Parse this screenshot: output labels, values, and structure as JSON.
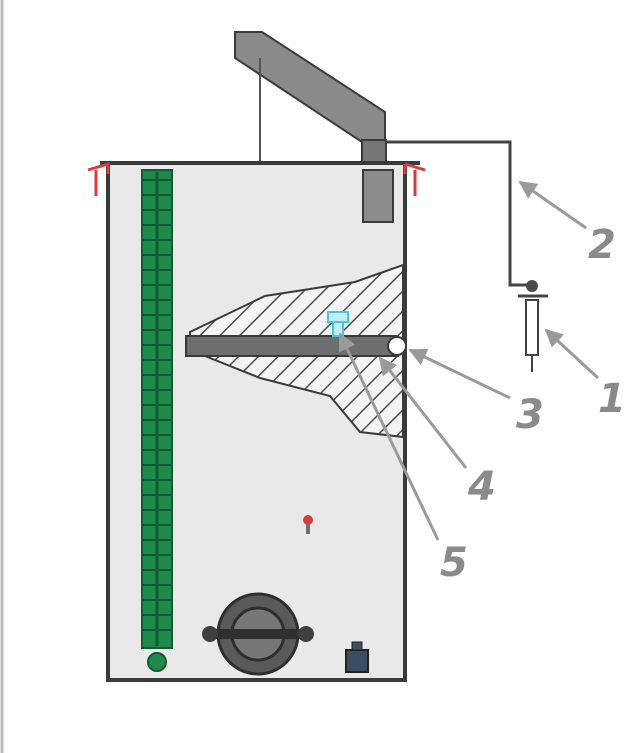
{
  "colors": {
    "background": "#ffffff",
    "tank_fill": "#e9e9e9",
    "tank_outline": "#3a3a3a",
    "flange_red": "#d93a3a",
    "level_gauge_green": "#1f8a4c",
    "level_gauge_dark": "#0f5a30",
    "steel": "#6e6e6e",
    "steel_dark": "#4a4a4a",
    "hatch": "#4d4d4d",
    "pipe": "#444444",
    "nozzle_cyan": "#4fc3d8",
    "arrow_grey": "#9a9a9a",
    "label_grey": "#8a8a8a"
  },
  "callouts": [
    {
      "label": "1",
      "part": "syringe"
    },
    {
      "label": "2",
      "part": "sampling-line"
    },
    {
      "label": "3",
      "part": "line-outlet"
    },
    {
      "label": "4",
      "part": "horizontal-bar"
    },
    {
      "label": "5",
      "part": "nozzle"
    }
  ]
}
